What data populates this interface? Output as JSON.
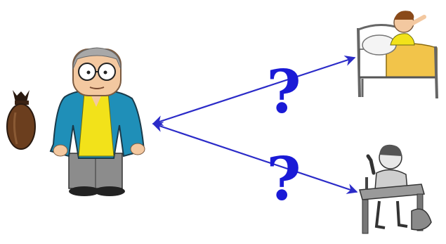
{
  "diagram": {
    "question_marks": [
      "?",
      "?"
    ],
    "nodes": [
      {
        "id": "money-bag",
        "icon": "money-bag-icon"
      },
      {
        "id": "man",
        "icon": "man-with-glasses-icon"
      },
      {
        "id": "boy-in-bed",
        "icon": "boy-in-bed-icon"
      },
      {
        "id": "boy-at-desk",
        "icon": "boy-at-school-desk-icon"
      }
    ],
    "edges": [
      {
        "from": "man",
        "to": "boy-in-bed",
        "style": "double-arrow"
      },
      {
        "from": "man",
        "to": "boy-at-desk",
        "style": "double-arrow"
      }
    ],
    "colors": {
      "arrow": "#2b2bc8",
      "question_mark": "#1a1ad6",
      "jacket": "#1f8fb8",
      "shirt": "#f2e21a",
      "trousers": "#8c8c8c",
      "skin": "#f3c8a0",
      "bag": "#6b3e1e"
    }
  }
}
